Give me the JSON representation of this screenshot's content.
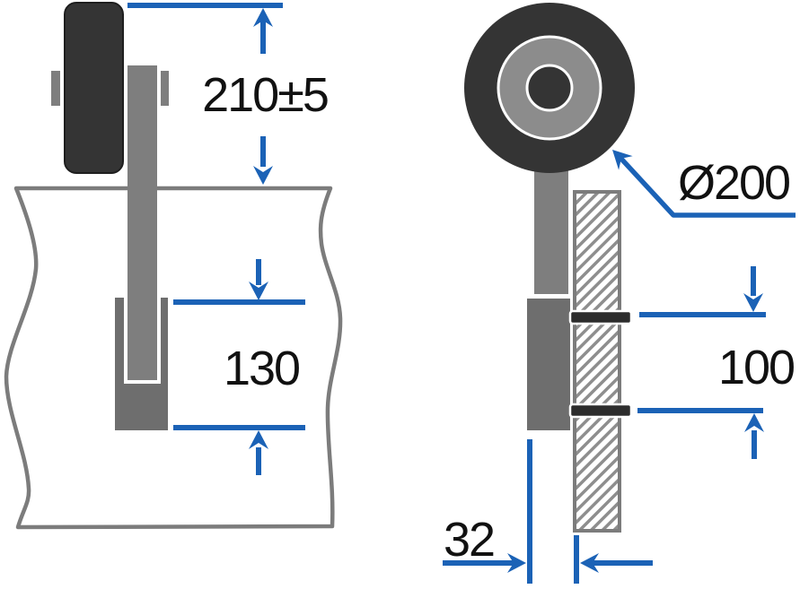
{
  "figure": {
    "type": "technical-drawing",
    "background": "#ffffff",
    "colors": {
      "dimension_blue": "#1b62b6",
      "label_text": "#111111",
      "tire_dark": "#343434",
      "rim_gray": "#8c8c8c",
      "bracket_bar_gray": "#7e7e7e",
      "clamp_gray": "#6e6e6e",
      "panel_outline_gray": "#7c7c7c",
      "bolt_dark": "#2d2d2d",
      "hatch_gray": "#8e8e8e"
    },
    "dimensions": {
      "height_clearance": "210±5",
      "clamp_depth": "130",
      "wheel_diameter": "Ø200",
      "bolt_spacing": "100",
      "slot_width": "32"
    }
  }
}
